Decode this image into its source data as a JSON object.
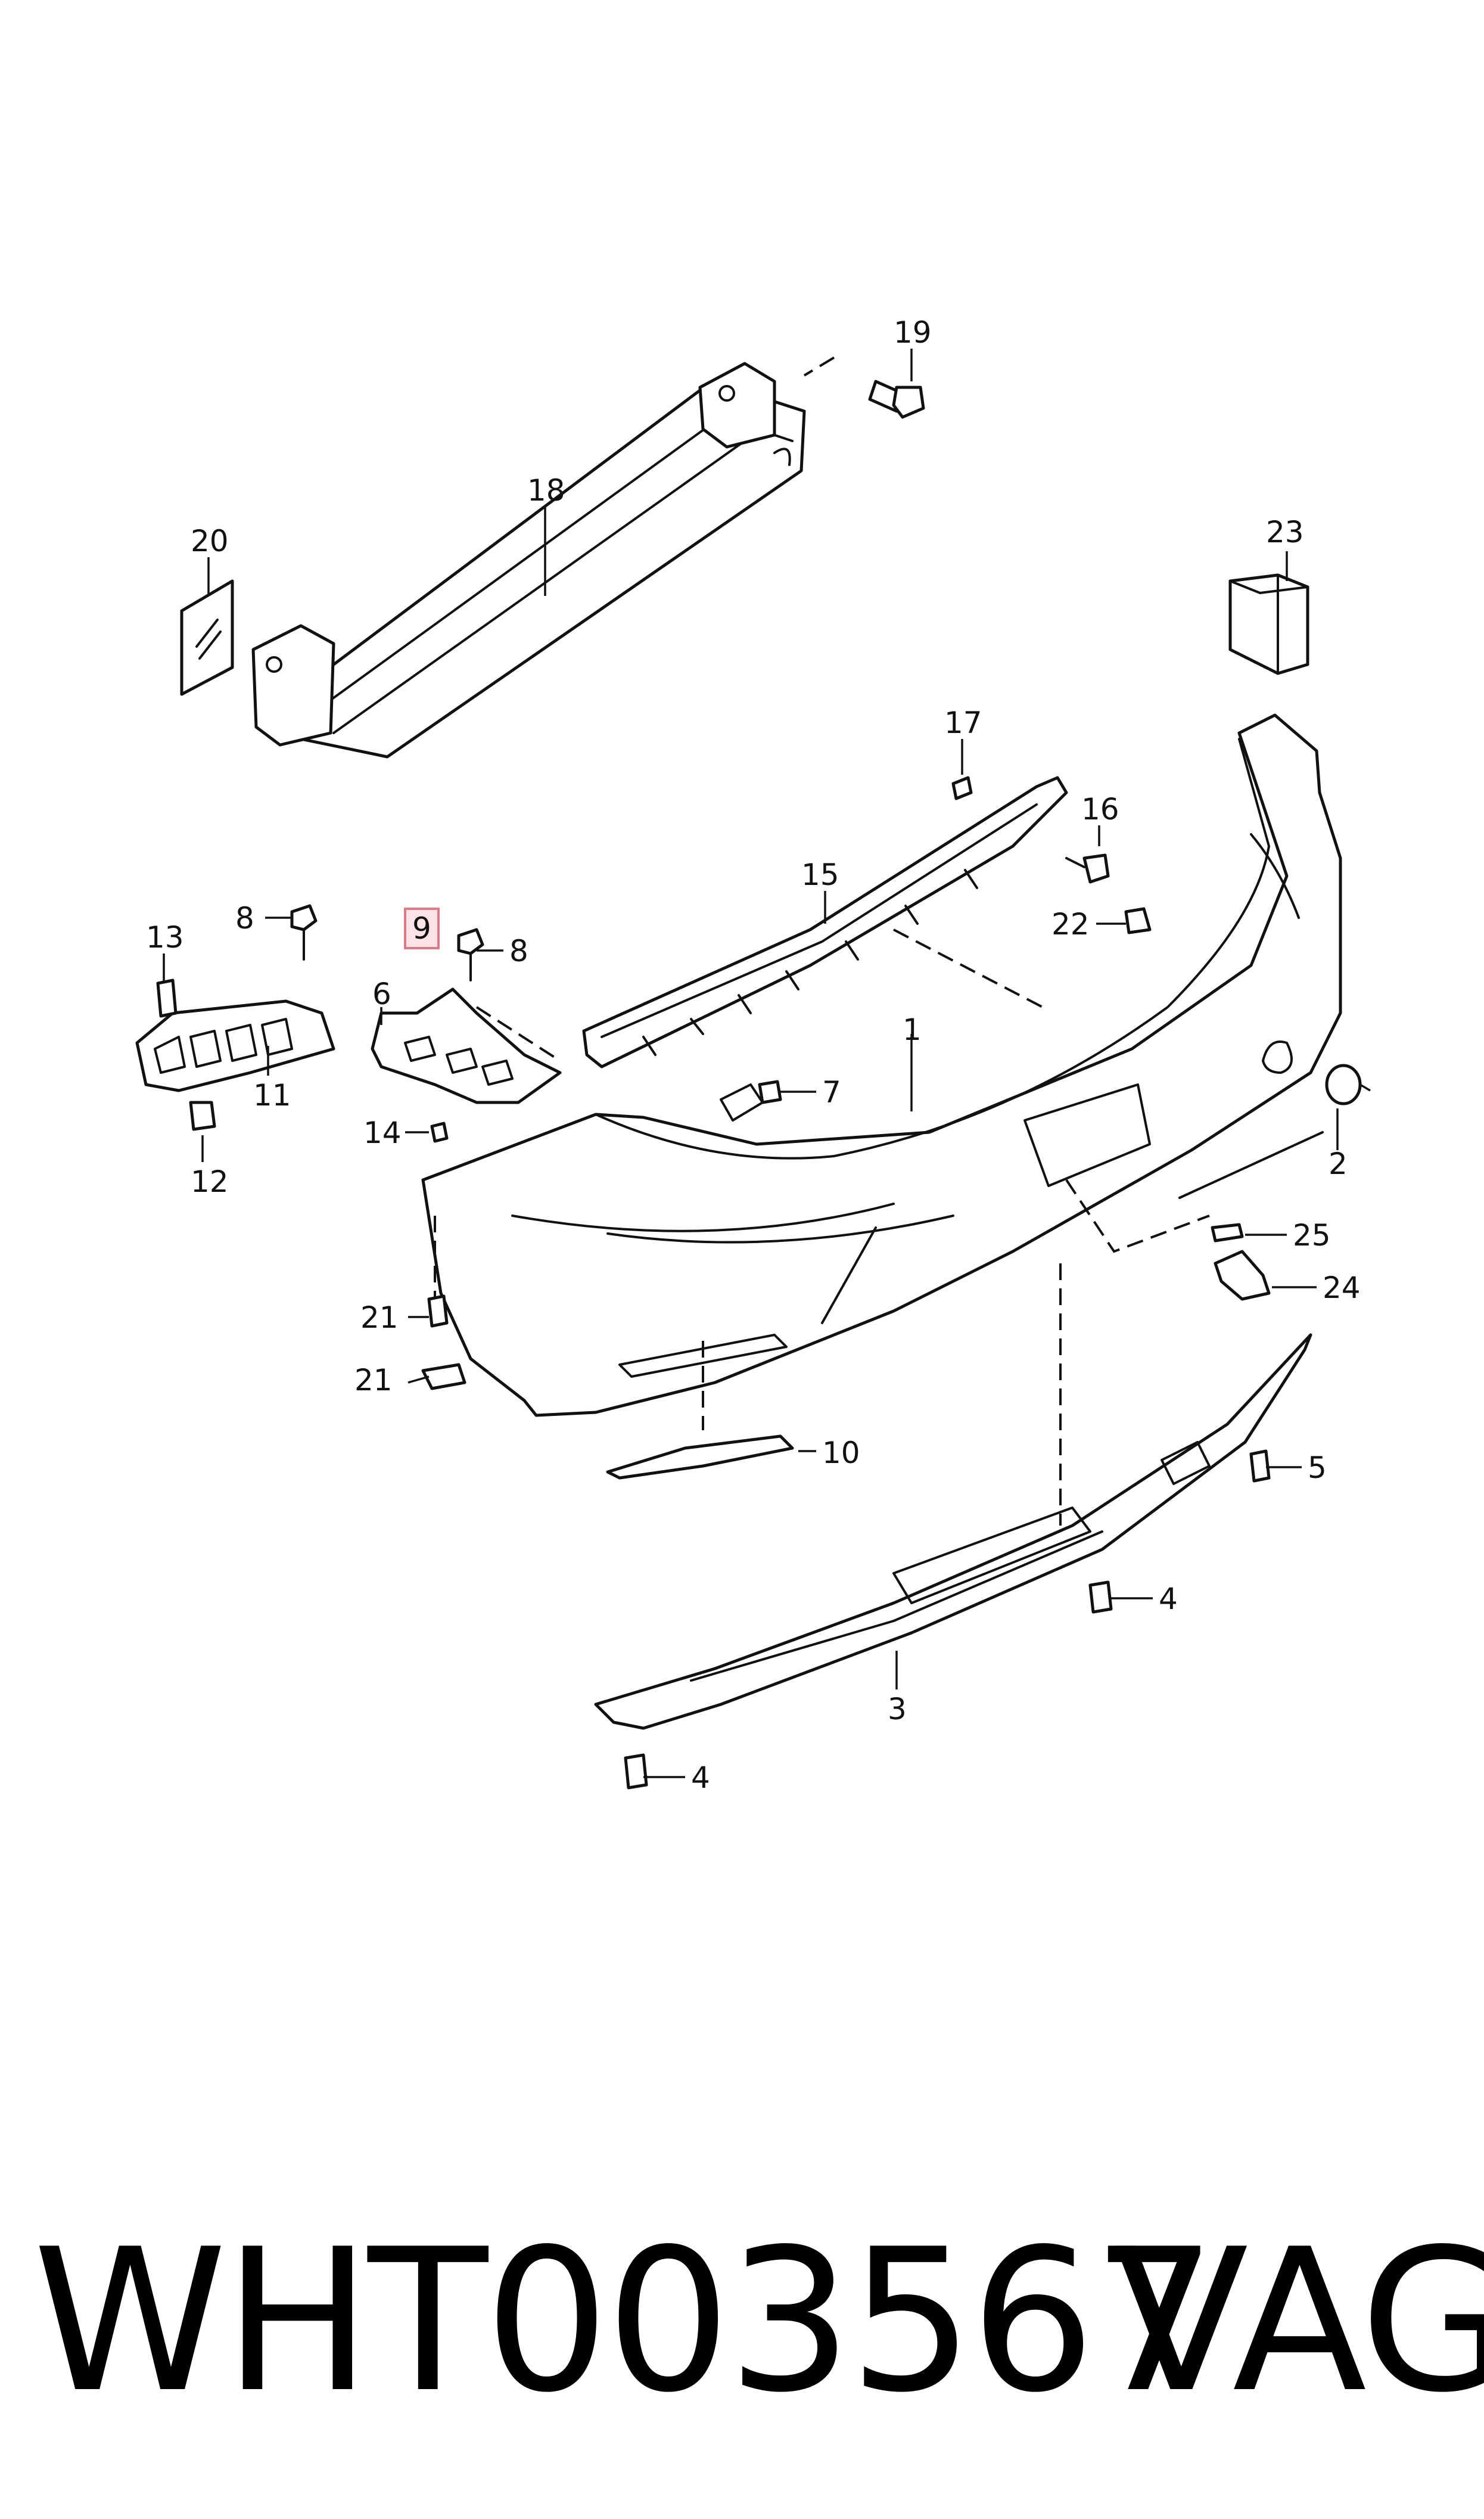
{
  "callouts": [
    {
      "label": "1"
    },
    {
      "label": "2"
    },
    {
      "label": "3"
    },
    {
      "label": "4"
    },
    {
      "label": "4"
    },
    {
      "label": "5"
    },
    {
      "label": "6"
    },
    {
      "label": "7"
    },
    {
      "label": "8"
    },
    {
      "label": "8"
    },
    {
      "label": "9"
    },
    {
      "label": "10"
    },
    {
      "label": "11"
    },
    {
      "label": "12"
    },
    {
      "label": "13"
    },
    {
      "label": "14"
    },
    {
      "label": "15"
    },
    {
      "label": "16"
    },
    {
      "label": "17"
    },
    {
      "label": "18"
    },
    {
      "label": "19"
    },
    {
      "label": "20"
    },
    {
      "label": "21"
    },
    {
      "label": "21"
    },
    {
      "label": "22"
    },
    {
      "label": "23"
    },
    {
      "label": "24"
    },
    {
      "label": "25"
    }
  ],
  "highlighted_callout": "9",
  "highlight_color": "#fbe3e6",
  "footer": {
    "part_number": "WHT003567",
    "brand": "VAG"
  }
}
